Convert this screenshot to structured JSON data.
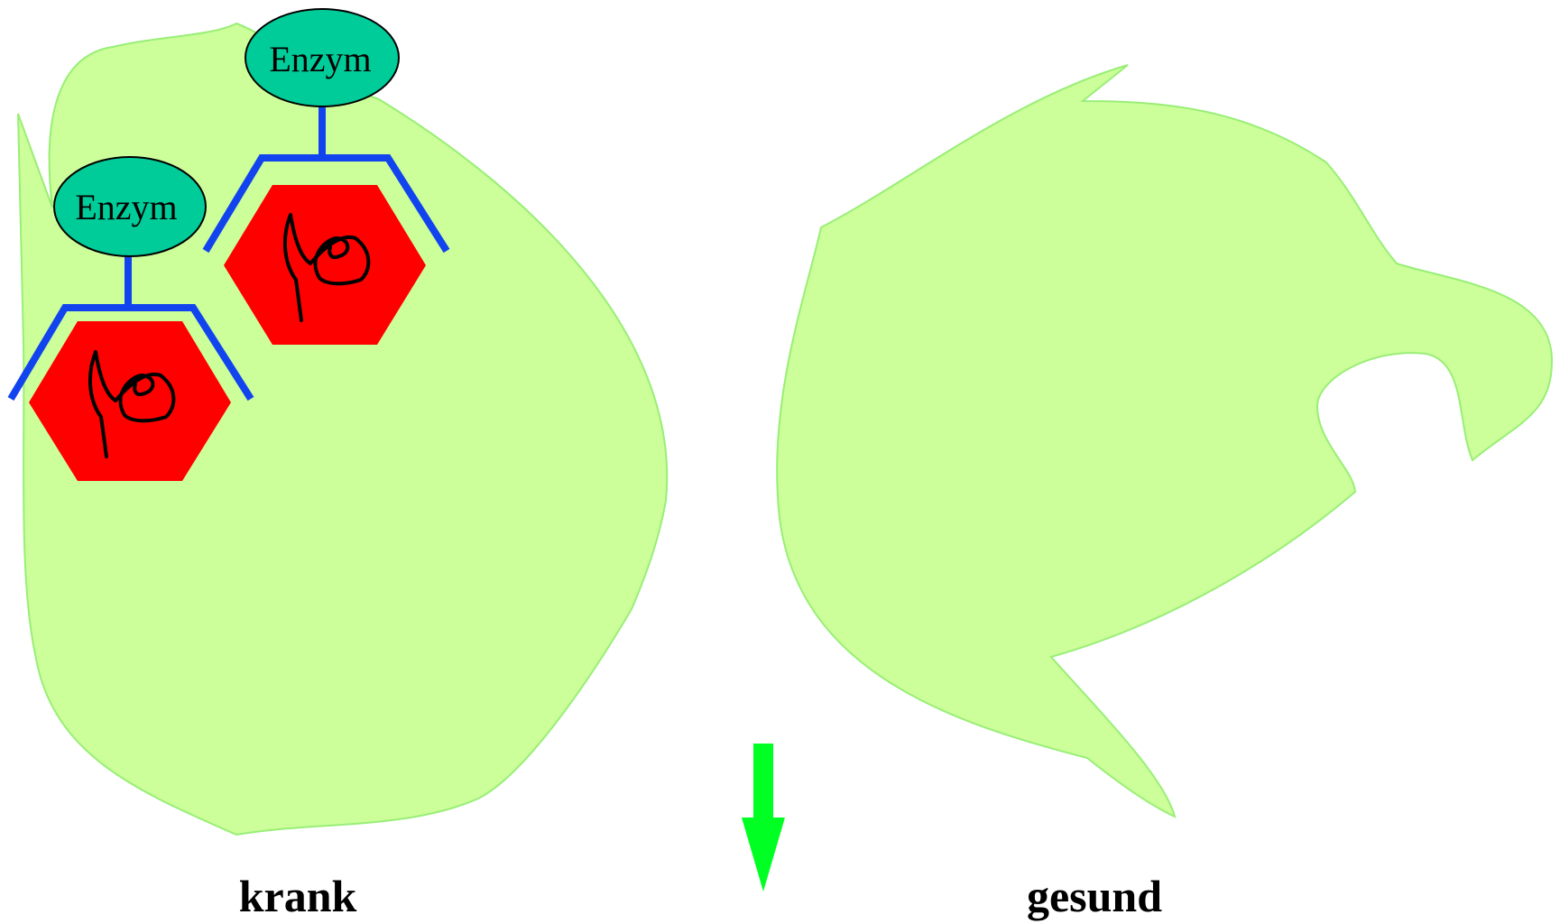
{
  "colors": {
    "cell_fill": "#ccff99",
    "cell_stroke": "#99ee77",
    "enzyme_fill": "#00cc99",
    "enzyme_stroke": "#000000",
    "antibody": "#1144ee",
    "virus_fill": "#ff0000",
    "virus_squiggle": "#000000",
    "arrow": "#00ff22",
    "text": "#000000"
  },
  "enzymes": [
    {
      "label": "Enzym"
    },
    {
      "label": "Enzym"
    }
  ],
  "captions": {
    "left": "krank",
    "right": "gesund"
  },
  "icons": {
    "arrow": "arrow-down-icon",
    "virus": "hexagon-virus-icon"
  }
}
